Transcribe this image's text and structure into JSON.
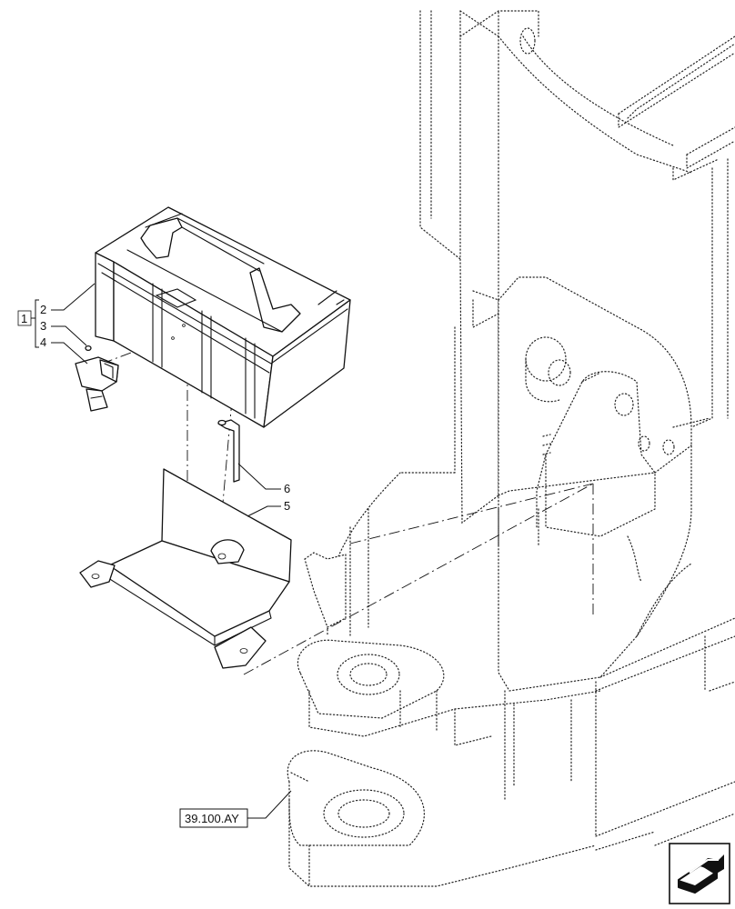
{
  "callouts": {
    "group": "1",
    "item2": "2",
    "item3": "3",
    "item4": "4",
    "item5": "5",
    "item6": "6"
  },
  "reference_label": "39.100.AY",
  "nav_icon": "next-page-arrow-icon"
}
